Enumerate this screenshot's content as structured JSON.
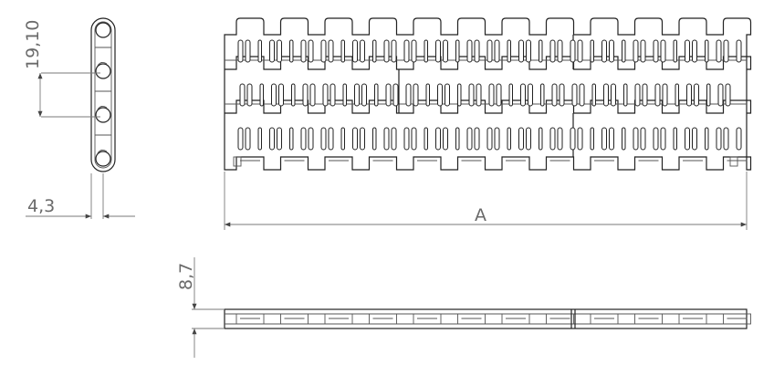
{
  "dimensions": {
    "pitch": "19,10",
    "thickness": "4,3",
    "width": "A",
    "height": "8,7"
  },
  "colors": {
    "drawing_line": "#222222",
    "dimension_text": "#6a6a6a",
    "background": "#ffffff"
  }
}
